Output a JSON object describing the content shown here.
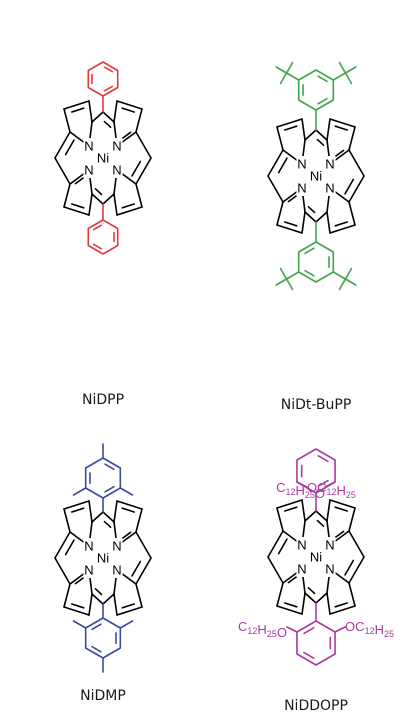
{
  "atoms": {
    "nitrogen": "N",
    "nickel": "Ni"
  },
  "compounds": [
    {
      "name": "NiDPP"
    },
    {
      "name": "NiDt-BuPP"
    },
    {
      "name": "NiDMP"
    },
    {
      "name": "NiDDOPP"
    }
  ],
  "alkoxy": {
    "c": "C",
    "n1": "12",
    "h": "H",
    "n2": "25",
    "o": "O"
  },
  "colors": {
    "core": "#000000",
    "phenyl": "#e03a3e",
    "tbu": "#3fa34d",
    "mesityl": "#3a4aa0",
    "dodecyloxy": "#a83aa0"
  }
}
